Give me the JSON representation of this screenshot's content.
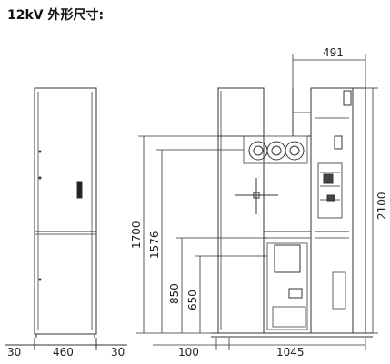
{
  "title": "12kV 外形尺寸:",
  "dimensions": {
    "top_width": "491",
    "height_total": "2100",
    "height_1700": "1700",
    "height_1576": "1576",
    "height_850": "850",
    "height_650": "650",
    "front_margin_left": "30",
    "front_width": "460",
    "front_margin_right": "30",
    "side_offset": "100",
    "side_depth": "1045"
  }
}
